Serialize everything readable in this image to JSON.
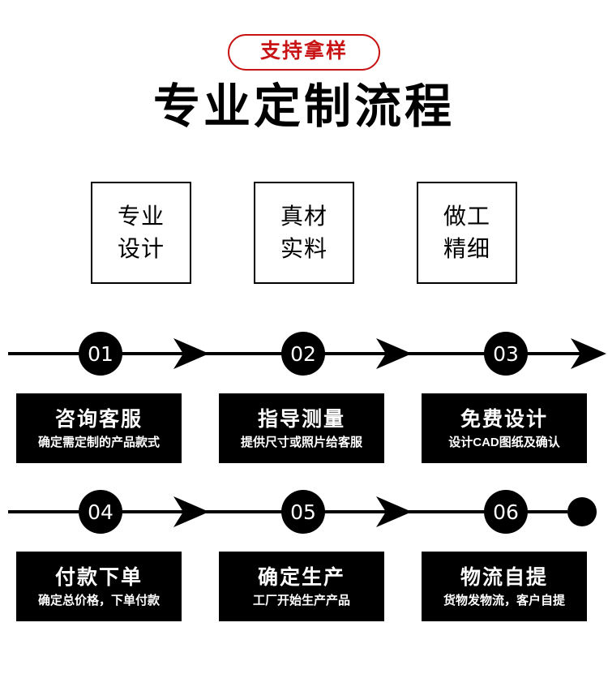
{
  "badge": {
    "label": "支持拿样",
    "color": "#c81414"
  },
  "title": "专业定制流程",
  "features": [
    {
      "line1": "专业",
      "line2": "设计"
    },
    {
      "line1": "真材",
      "line2": "实料"
    },
    {
      "line1": "做工",
      "line2": "精细"
    }
  ],
  "steps": [
    {
      "number": "01",
      "title": "咨询客服",
      "subtitle": "确定需定制的产品款式"
    },
    {
      "number": "02",
      "title": "指导测量",
      "subtitle": "提供尺寸或照片给客服"
    },
    {
      "number": "03",
      "title": "免费设计",
      "subtitle": "设计CAD图纸及确认"
    },
    {
      "number": "04",
      "title": "付款下单",
      "subtitle": "确定总价格，下单付款"
    },
    {
      "number": "05",
      "title": "确定生产",
      "subtitle": "工厂开始生产产品"
    },
    {
      "number": "06",
      "title": "物流自提",
      "subtitle": "货物发物流，客户自提"
    }
  ],
  "colors": {
    "accent_red": "#c81414",
    "ink": "#000000",
    "paper": "#ffffff",
    "card_text": "#ffffff"
  }
}
